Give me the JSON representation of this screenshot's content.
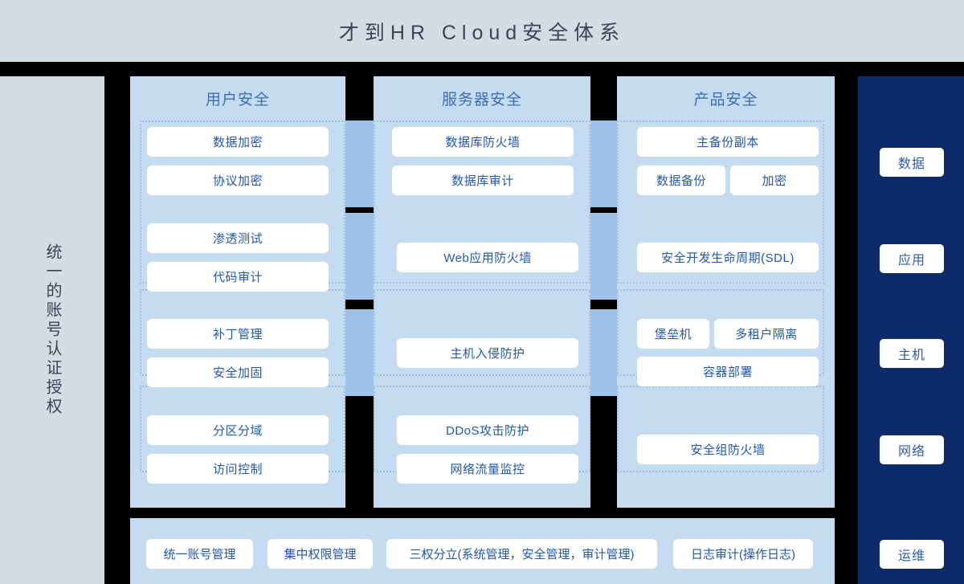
{
  "header": {
    "title": "才到HR Cloud安全体系"
  },
  "left_sidebar": {
    "label": "统一的账号认证授权"
  },
  "right_sidebar": {
    "bg_color": "#0d2b6b",
    "chips": [
      {
        "label": "数据"
      },
      {
        "label": "应用"
      },
      {
        "label": "主机"
      },
      {
        "label": "网络"
      },
      {
        "label": "运维"
      }
    ]
  },
  "columns": [
    {
      "id": "user-security",
      "header": "用户安全",
      "groups": [
        {
          "dotted": true,
          "items": [
            [
              "数据加密"
            ],
            [
              "协议加密"
            ]
          ]
        },
        {
          "dotted": true,
          "items": [
            [
              "渗透测试"
            ],
            [
              "代码审计"
            ]
          ]
        },
        {
          "dotted": true,
          "items": [
            [
              "补丁管理"
            ],
            [
              "安全加固"
            ]
          ]
        },
        {
          "dotted": false,
          "items": [
            [
              "分区分域"
            ],
            [
              "访问控制"
            ]
          ]
        }
      ]
    },
    {
      "id": "server-security",
      "header": "服务器安全",
      "groups": [
        {
          "dotted": true,
          "items": [
            [
              "数据库防火墙"
            ],
            [
              "数据库审计"
            ]
          ]
        },
        {
          "dotted": true,
          "items": [
            [
              "Web应用防火墙"
            ]
          ]
        },
        {
          "dotted": true,
          "items": [
            [
              "主机入侵防护"
            ]
          ]
        },
        {
          "dotted": false,
          "items": [
            [
              "DDoS攻击防护"
            ],
            [
              "网络流量监控"
            ]
          ]
        }
      ]
    },
    {
      "id": "product-security",
      "header": "产品安全",
      "groups": [
        {
          "dotted": true,
          "items": [
            [
              "主备份副本"
            ],
            [
              "数据备份",
              "加密"
            ]
          ]
        },
        {
          "dotted": true,
          "items": [
            [
              "安全开发生命周期(SDL)"
            ]
          ]
        },
        {
          "dotted": true,
          "items": [
            [
              "堡垒机",
              "多租户隔离"
            ],
            [
              "容器部署"
            ]
          ]
        },
        {
          "dotted": false,
          "items": [
            [
              "安全组防火墙"
            ]
          ]
        }
      ]
    }
  ],
  "bottom_row": {
    "chips": [
      {
        "label": "统一账号管理"
      },
      {
        "label": "集中权限管理"
      },
      {
        "label": "三权分立(系统管理，安全管理，审计管理)"
      },
      {
        "label": "日志审计(操作日志)"
      }
    ]
  },
  "colors": {
    "band": "#d6dce5",
    "column_bg": "#c5dcf0",
    "connector": "#9dc4e8",
    "navy": "#0d2b6b",
    "text_blue": "#2158ad",
    "header_blue": "#3a6fb5"
  }
}
